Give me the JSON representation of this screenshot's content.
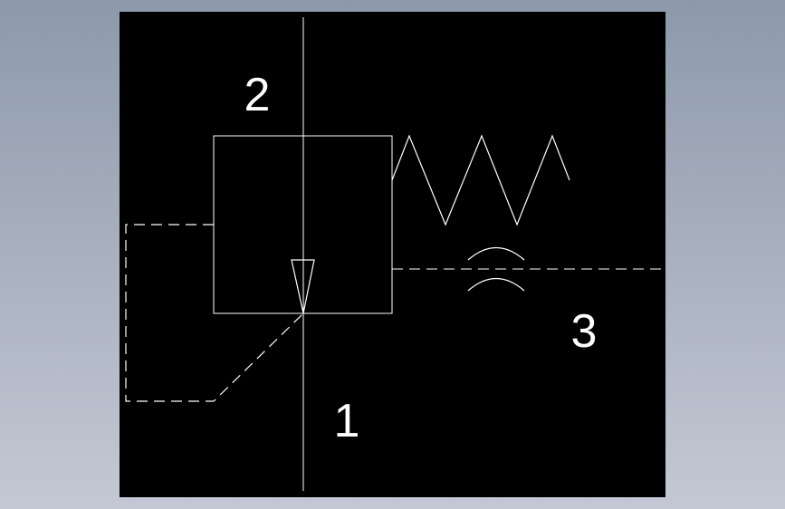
{
  "colors": {
    "background_top": "#8d99aa",
    "background_bottom": "#c4c8d4",
    "canvas": "#000000",
    "stroke": "#ffffff",
    "text": "#ffffff"
  },
  "ports": {
    "port_1": "1",
    "port_2": "2",
    "port_3": "3"
  }
}
